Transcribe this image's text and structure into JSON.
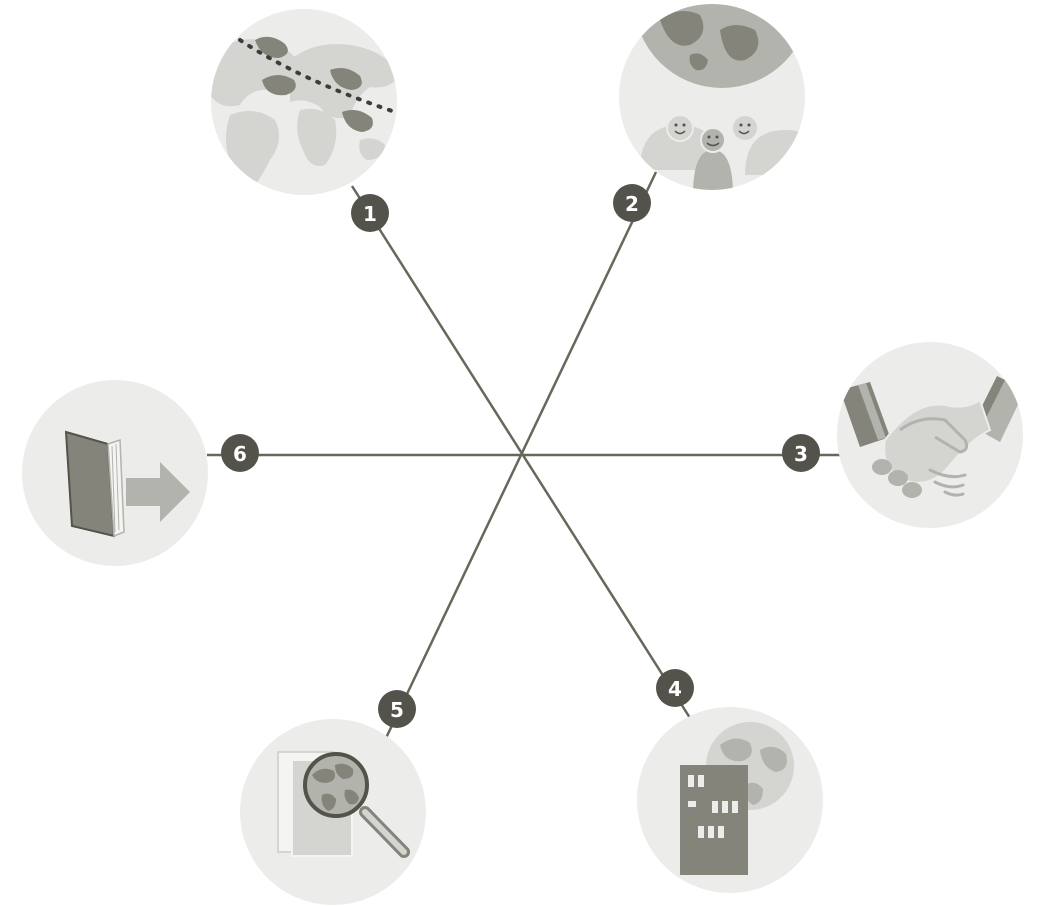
{
  "nodes": [
    {
      "id": "1",
      "label": "1",
      "icon": "world-map-footprints-icon"
    },
    {
      "id": "2",
      "label": "2",
      "icon": "globe-people-icon"
    },
    {
      "id": "3",
      "label": "3",
      "icon": "handshake-icon"
    },
    {
      "id": "4",
      "label": "4",
      "icon": "office-building-globe-icon"
    },
    {
      "id": "5",
      "label": "5",
      "icon": "documents-magnifier-icon"
    },
    {
      "id": "6",
      "label": "6",
      "icon": "book-arrow-icon"
    }
  ],
  "colors": {
    "line": "#67675b",
    "badge": "#53534b",
    "circle": "#ececea",
    "light": "#d4d4d0",
    "mid": "#b3b3ad",
    "dark": "#84847a"
  }
}
